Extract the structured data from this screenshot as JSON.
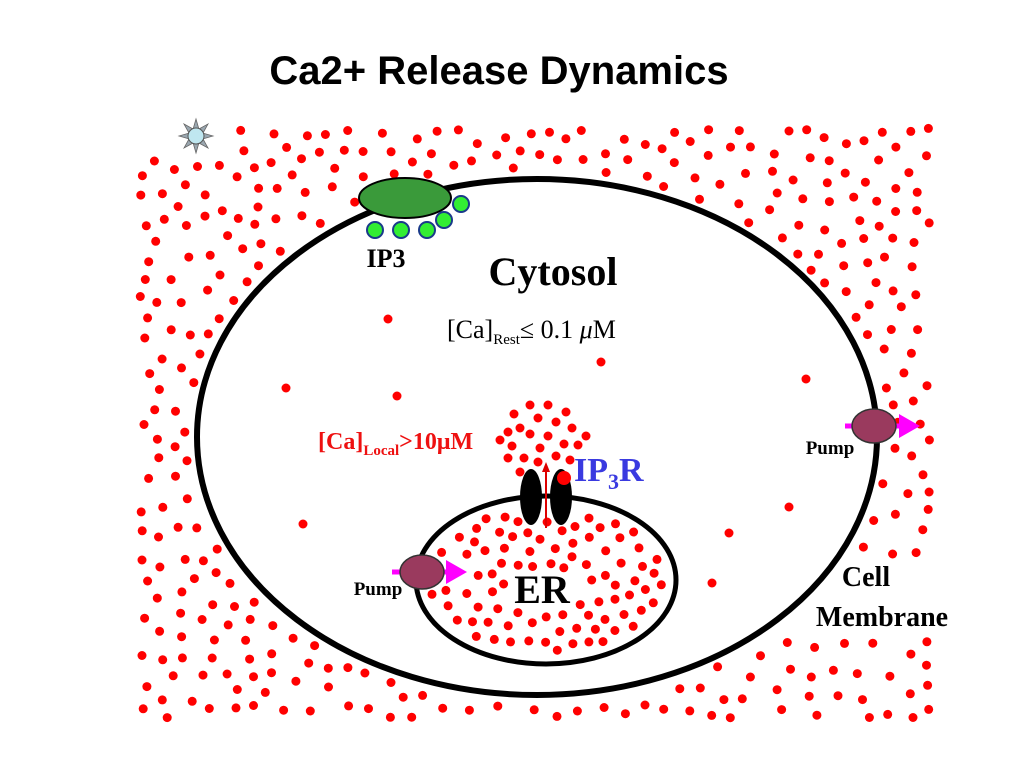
{
  "slide": {
    "title": "Ca2+ Release Dynamics"
  },
  "labels": {
    "ip3": "IP3",
    "cytosol": "Cytosol",
    "rest_concentration": {
      "prefix": "[Ca]",
      "subscript": "Rest",
      "relation": "≤ 0.1 ",
      "mu": "μ",
      "unit": "M"
    },
    "local_concentration": {
      "prefix": "[Ca]",
      "subscript": "Local",
      "suffix": ">10μM"
    },
    "ip3r": {
      "main": "IP",
      "subscript": "3",
      "suffix": "R"
    },
    "pump_right": "Pump",
    "pump_left": "Pump",
    "er": "ER",
    "cell_membrane_line1": "Cell",
    "cell_membrane_line2": "Membrane"
  },
  "colors": {
    "calcium": "#ff0000",
    "membrane": "#000000",
    "ip3_receptor_body": "#3a9a3a",
    "ip3_particles": "#33ee33",
    "ip3_particle_border": "#1a3a8a",
    "pump_body": "#9a3a5e",
    "pump_arrow": "#ff00ff",
    "ip3r_label": "#3a3ae0",
    "local_label": "#ee1111"
  },
  "icons": {
    "sun": "sun-icon"
  }
}
